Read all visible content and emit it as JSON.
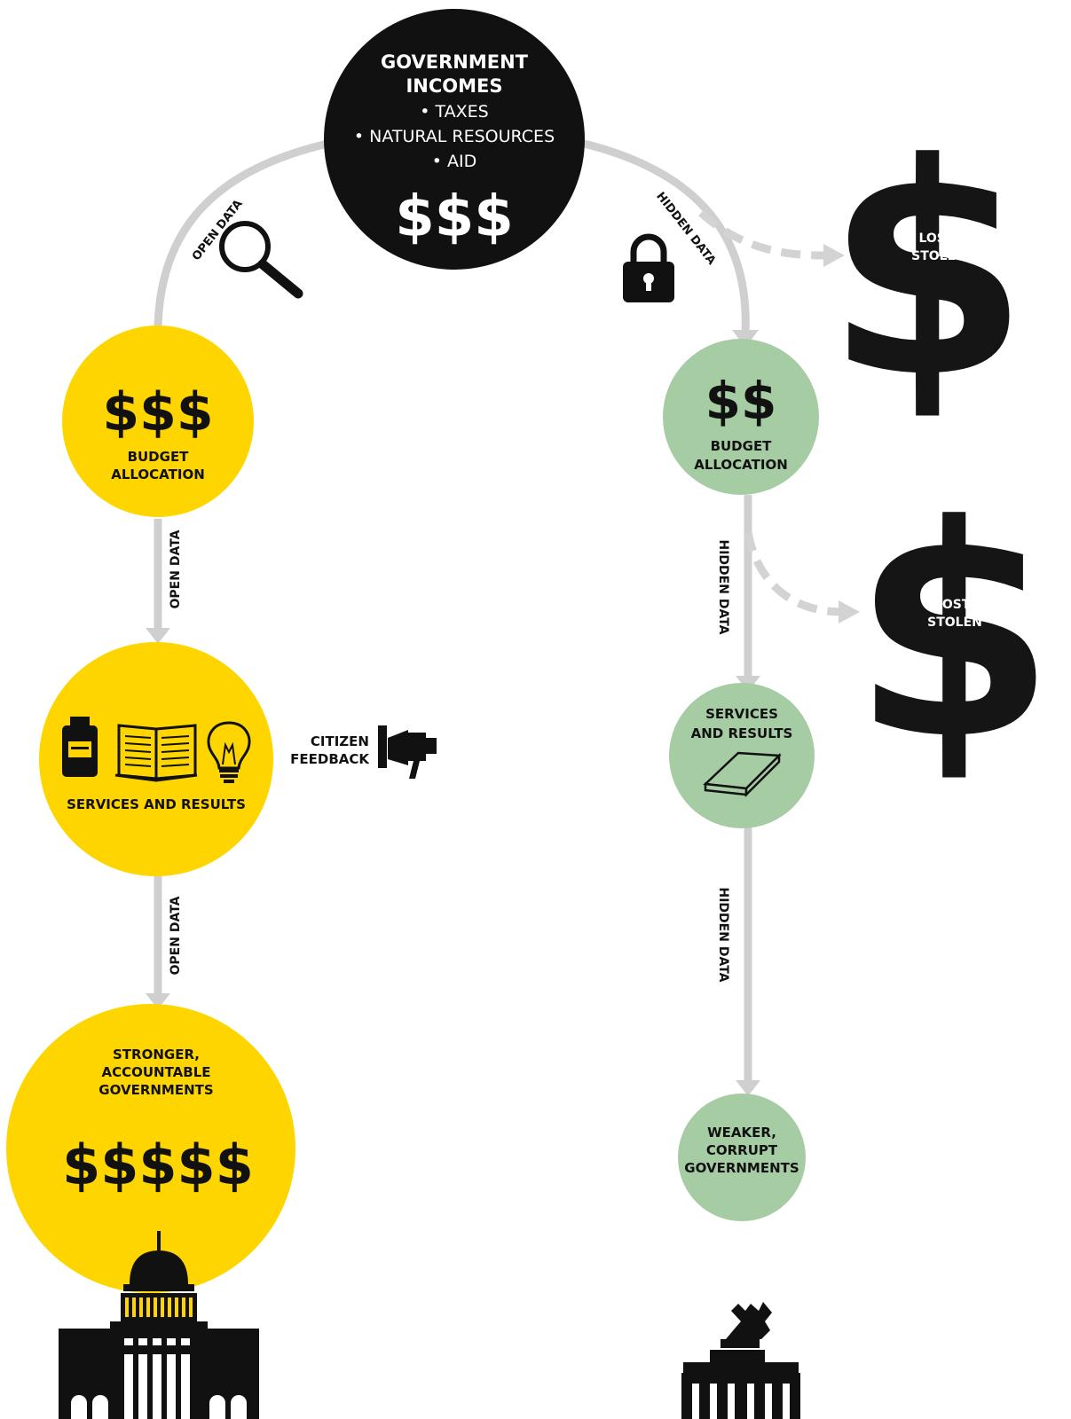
{
  "source": {
    "title_line1": "GOVERNMENT",
    "title_line2": "INCOMES",
    "items": [
      "• TAXES",
      "• NATURAL RESOURCES",
      "• AID"
    ],
    "amount": "$$$"
  },
  "edges": {
    "open_data": "OPEN DATA",
    "hidden_data": "HIDDEN DATA"
  },
  "open_path": {
    "budget": {
      "amount": "$$$",
      "label_line1": "BUDGET",
      "label_line2": "ALLOCATION"
    },
    "services": {
      "label": "SERVICES AND RESULTS",
      "icons": [
        "medicine-bottle-icon",
        "open-book-icon",
        "lightbulb-icon"
      ]
    },
    "feedback": {
      "line1": "CITIZEN",
      "line2": "FEEDBACK",
      "icon": "megaphone-icon"
    },
    "outcome": {
      "line1": "STRONGER,",
      "line2": "ACCOUNTABLE",
      "line3": "GOVERNMENTS",
      "amount": "$$$$$",
      "icon": "capitol-building-icon"
    }
  },
  "hidden_path": {
    "budget": {
      "amount": "$$",
      "label_line1": "BUDGET",
      "label_line2": "ALLOCATION"
    },
    "services": {
      "line1": "SERVICES",
      "line2": "AND RESULTS",
      "icon": "closed-book-icon"
    },
    "outcome": {
      "line1": "WEAKER,",
      "line2": "CORRUPT",
      "line3": "GOVERNMENTS",
      "icon": "ruined-building-icon"
    },
    "losses": [
      {
        "glyph": "$",
        "line1": "LOST/",
        "line2": "STOLEN"
      },
      {
        "glyph": "$",
        "line1": "LOST/",
        "line2": "STOLEN"
      }
    ]
  },
  "colors": {
    "yellow": "#ffd500",
    "green": "#a6cca3",
    "black": "#111111",
    "arrow_gray": "#cfcfcf",
    "dashed_gray": "#d3d3d3"
  }
}
